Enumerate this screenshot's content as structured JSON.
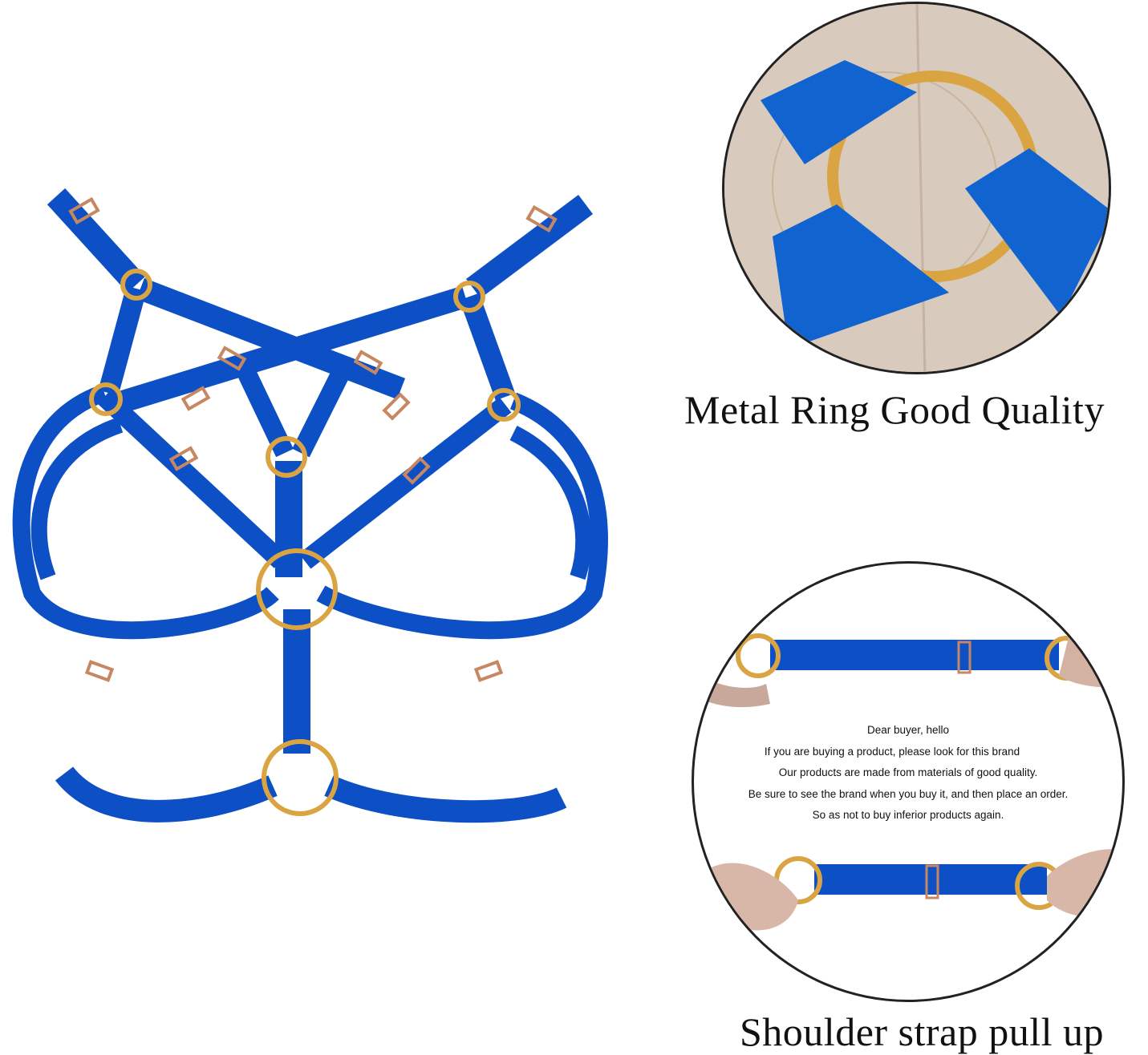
{
  "colors": {
    "strap_blue": "#0d4fc4",
    "ring_gold": "#d9a441",
    "background": "#ffffff",
    "fabric_beige": "#d8cbbd"
  },
  "captions": {
    "ring": "Metal Ring Good Quality",
    "strap": "Shoulder strap pull up"
  },
  "notice": {
    "lines": [
      "Dear buyer, hello",
      "If you are buying a product, please look for this brand",
      "Our products are made from materials of good quality.",
      "Be sure to see the brand when you buy it, and then place an order.",
      "So as not to buy inferior products again."
    ]
  }
}
